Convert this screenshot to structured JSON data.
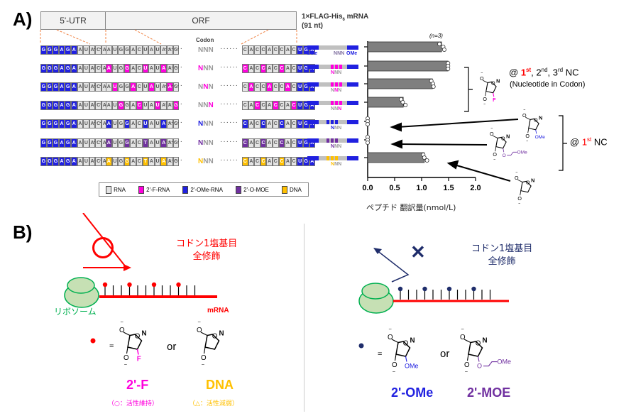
{
  "panelA": {
    "label": "A)",
    "header": {
      "utr": "5'-UTR",
      "orf": "ORF"
    },
    "codon_label": "Codon",
    "mrna_title": "1×FLAG-His",
    "mrna_sub": "6",
    "mrna_suffix": " mRNA",
    "mrna_length": "(91 nt)",
    "ellipsis_short": "···",
    "ellipsis_long": "······",
    "rows": [
      {
        "utr": [
          "OMe",
          "OMe",
          "OMe",
          "OMe",
          "OMe",
          "OMe",
          "RNA",
          "RNA",
          "RNA",
          "RNA",
          "RNA"
        ],
        "start": [
          "RNA",
          "RNA",
          "RNA",
          "RNA",
          "RNA",
          "RNA",
          "RNA",
          "RNA",
          "RNA",
          "RNA",
          "RNA",
          "RNA"
        ],
        "end": [
          "RNA",
          "RNA",
          "RNA",
          "RNA",
          "RNA",
          "RNA",
          "RNA",
          "RNA",
          "RNA",
          "OMe",
          "OMe",
          "OMe"
        ],
        "nnn_mod": "none",
        "nnn_color": "#999999",
        "mod_color": "#999999",
        "nnn_pos": -1
      },
      {
        "utr": [
          "OMe",
          "OMe",
          "OMe",
          "OMe",
          "OMe",
          "OMe",
          "RNA",
          "RNA",
          "RNA",
          "RNA",
          "RNA"
        ],
        "start": [
          "F",
          "RNA",
          "RNA",
          "F",
          "RNA",
          "RNA",
          "F",
          "RNA",
          "RNA",
          "F",
          "RNA",
          "RNA"
        ],
        "end": [
          "F",
          "RNA",
          "RNA",
          "F",
          "RNA",
          "RNA",
          "F",
          "RNA",
          "RNA",
          "OMe",
          "OMe",
          "OMe"
        ],
        "nnn_color": "#ff00dd",
        "nnn_pos": 0
      },
      {
        "utr": [
          "OMe",
          "OMe",
          "OMe",
          "OMe",
          "OMe",
          "OMe",
          "RNA",
          "RNA",
          "RNA",
          "RNA",
          "RNA"
        ],
        "start": [
          "RNA",
          "F",
          "RNA",
          "RNA",
          "F",
          "RNA",
          "RNA",
          "F",
          "RNA",
          "RNA",
          "F",
          "RNA"
        ],
        "end": [
          "RNA",
          "F",
          "RNA",
          "RNA",
          "F",
          "RNA",
          "RNA",
          "F",
          "RNA",
          "OMe",
          "OMe",
          "OMe"
        ],
        "nnn_color": "#ff00dd",
        "nnn_pos": 1
      },
      {
        "utr": [
          "OMe",
          "OMe",
          "OMe",
          "OMe",
          "OMe",
          "OMe",
          "RNA",
          "RNA",
          "RNA",
          "RNA",
          "RNA"
        ],
        "start": [
          "RNA",
          "RNA",
          "F",
          "RNA",
          "RNA",
          "F",
          "RNA",
          "RNA",
          "F",
          "RNA",
          "RNA",
          "F"
        ],
        "end": [
          "RNA",
          "RNA",
          "F",
          "RNA",
          "RNA",
          "F",
          "RNA",
          "RNA",
          "F",
          "OMe",
          "OMe",
          "OMe"
        ],
        "nnn_color": "#ff00dd",
        "nnn_pos": 2
      },
      {
        "utr": [
          "OMe",
          "OMe",
          "OMe",
          "OMe",
          "OMe",
          "OMe",
          "RNA",
          "RNA",
          "RNA",
          "RNA",
          "RNA"
        ],
        "start": [
          "OMe",
          "RNA",
          "RNA",
          "OMe",
          "RNA",
          "RNA",
          "OMe",
          "RNA",
          "RNA",
          "OMe",
          "RNA",
          "RNA"
        ],
        "end": [
          "OMe",
          "RNA",
          "RNA",
          "OMe",
          "RNA",
          "RNA",
          "OMe",
          "RNA",
          "RNA",
          "OMe",
          "OMe",
          "OMe"
        ],
        "nnn_color": "#2020e0",
        "nnn_pos": 0
      },
      {
        "utr": [
          "OMe",
          "OMe",
          "OMe",
          "OMe",
          "OMe",
          "OMe",
          "RNA",
          "RNA",
          "RNA",
          "RNA",
          "RNA"
        ],
        "start": [
          "MOE",
          "RNA",
          "RNA",
          "MOE",
          "RNA",
          "RNA",
          "MOE",
          "RNA",
          "RNA",
          "MOE",
          "RNA",
          "RNA"
        ],
        "end": [
          "MOE",
          "RNA",
          "RNA",
          "MOE",
          "RNA",
          "RNA",
          "MOE",
          "RNA",
          "RNA",
          "OMe",
          "OMe",
          "OMe"
        ],
        "nnn_color": "#7030a0",
        "nnn_pos": 0
      },
      {
        "utr": [
          "OMe",
          "OMe",
          "OMe",
          "OMe",
          "OMe",
          "OMe",
          "RNA",
          "RNA",
          "RNA",
          "RNA",
          "RNA"
        ],
        "start": [
          "DNA",
          "RNA",
          "RNA",
          "DNA",
          "RNA",
          "RNA",
          "DNA",
          "RNA",
          "RNA",
          "DNA",
          "RNA",
          "RNA"
        ],
        "end": [
          "DNA",
          "RNA",
          "RNA",
          "DNA",
          "RNA",
          "RNA",
          "DNA",
          "RNA",
          "RNA",
          "OMe",
          "OMe",
          "OMe"
        ],
        "nnn_color": "#ffc000",
        "nnn_pos": 0
      }
    ],
    "seq_utr": "GGGAGAAUACA",
    "seq_start": [
      "AUGGACUAUAAG",
      "AUGGACUAUAAG",
      "AUGGACUAUAAG",
      "AUGGACUAUAAG",
      "AUGGACUAUAAG",
      "AUGGACTAUAAG",
      "AUGGACTAUAAG"
    ],
    "seq_end": "CACCACCACUGA",
    "nnn_text": "NNN",
    "legend": [
      {
        "label": "RNA",
        "color": "#e4e4e4"
      },
      {
        "label": "2'-F-RNA",
        "color": "#ff00dd"
      },
      {
        "label": "2'-OMe-RNA",
        "color": "#2020e0"
      },
      {
        "label": "2'-O-MOE",
        "color": "#7030a0"
      },
      {
        "label": "DNA",
        "color": "#ffc000"
      }
    ],
    "schematic_labels": {
      "ome_left": "OMe",
      "nnn": "NNN",
      "ome_right": "OMe"
    },
    "annotations": {
      "f_positions_pre": "@ ",
      "first": "1",
      "first_sup": "st",
      "second": ", 2",
      "second_sup": "nd",
      "third": ", 3",
      "third_sup": "rd",
      "nc": " NC",
      "nc_explain": "(Nucleotide in Codon)",
      "first_nc_pre": "@ ",
      "first_nc_num": "1",
      "first_nc_sup": "st",
      "first_nc_suffix": " NC",
      "ome_label": "OMe",
      "moe_label": "OMe",
      "f_label": "F"
    }
  },
  "chart_data": {
    "type": "bar",
    "orientation": "horizontal",
    "title": "",
    "annotation": "(n=3)",
    "xlabel": "ペプチド 翻訳量(nmol/L)",
    "ylabel": "",
    "xlim": [
      0,
      2.0
    ],
    "xticks": [
      "0.0",
      "0.5",
      "1.0",
      "1.5",
      "2.0"
    ],
    "categories": [
      "unmodified codon (OMe ends)",
      "2'-F @1st NC",
      "2'-F @2nd NC",
      "2'-F @3rd NC",
      "2'-OMe @1st NC",
      "2'-MOE @1st NC",
      "DNA @1st NC"
    ],
    "values": [
      1.37,
      1.49,
      1.2,
      0.66,
      0.0,
      0.0,
      1.05
    ],
    "points": [
      [
        1.33,
        1.4,
        1.42
      ],
      [
        1.49,
        1.49,
        1.49
      ],
      [
        1.18,
        1.21,
        1.22
      ],
      [
        0.62,
        0.65,
        0.7
      ],
      [
        0.0,
        0.0,
        0.0
      ],
      [
        0.0,
        0.0,
        0.0
      ],
      [
        1.03,
        1.05,
        1.1
      ]
    ],
    "bar_color": "#7f7f7f"
  },
  "panelB": {
    "label": "B)",
    "left": {
      "symbol": "○",
      "title1": "コドン1塩基目",
      "title2": "全修飾",
      "ribosome_label": "リボソーム",
      "mrna_label": "mRNA",
      "equals": "=",
      "or": "or",
      "mod1_name": "2'-F",
      "mod1_note": "（○：活性維持）",
      "mod2_name": "DNA",
      "mod2_note": "（△：活性減弱）",
      "f_label": "F",
      "accent": "#ff0000",
      "mod1_color": "#ff00dd",
      "mod2_color": "#ffc000"
    },
    "right": {
      "symbol": "✕",
      "title1": "コドン1塩基目",
      "title2": "全修飾",
      "equals": "=",
      "or": "or",
      "mod1_name": "2'-OMe",
      "mod2_name": "2'-MOE",
      "ome_label": "OMe",
      "moe_label": "OMe",
      "accent": "#1f2d6b",
      "mod1_color": "#2020e0",
      "mod2_color": "#7030a0"
    }
  }
}
